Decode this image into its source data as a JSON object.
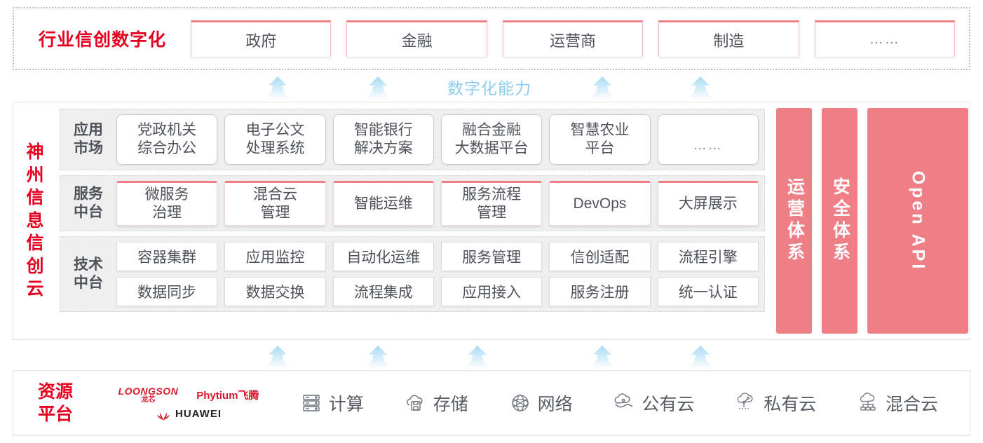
{
  "industry": {
    "title": "行业信创数字化",
    "cards": [
      {
        "label": "政府",
        "dots": false
      },
      {
        "label": "金融",
        "dots": false
      },
      {
        "label": "运营商",
        "dots": false
      },
      {
        "label": "制造",
        "dots": false
      },
      {
        "label": "……",
        "dots": true
      }
    ]
  },
  "capability": {
    "label": "数字化能力",
    "label_color": "#8ecdf0",
    "arrow_color": "#bfe3f7",
    "top_arrow_count": 4,
    "bottom_arrow_count": 5
  },
  "cloud": {
    "title": "神州信息信创云",
    "title_chars": [
      "神",
      "州",
      "信",
      "息",
      "信",
      "创",
      "云"
    ],
    "tiers": [
      {
        "label": "应用\n市场",
        "label_line1": "应用",
        "label_line2": "市场",
        "style": "app",
        "cells": [
          {
            "line1": "党政机关",
            "line2": "综合办公",
            "dots": false
          },
          {
            "line1": "电子公文",
            "line2": "处理系统",
            "dots": false
          },
          {
            "line1": "智能银行",
            "line2": "解决方案",
            "dots": false
          },
          {
            "line1": "融合金融",
            "line2": "大数据平台",
            "dots": false
          },
          {
            "line1": "智慧农业",
            "line2": "平台",
            "dots": false
          },
          {
            "line1": "……",
            "line2": "",
            "dots": true
          }
        ]
      },
      {
        "label_line1": "服务",
        "label_line2": "中台",
        "style": "svc",
        "cells": [
          {
            "line1": "微服务",
            "line2": "治理"
          },
          {
            "line1": "混合云",
            "line2": "管理"
          },
          {
            "line1": "智能运维",
            "line2": ""
          },
          {
            "line1": "服务流程",
            "line2": "管理"
          },
          {
            "line1": "DevOps",
            "line2": ""
          },
          {
            "line1": "大屏展示",
            "line2": ""
          }
        ]
      },
      {
        "label_line1": "技术",
        "label_line2": "中台",
        "style": "tech",
        "rows": [
          [
            "容器集群",
            "应用监控",
            "自动化运维",
            "服务管理",
            "信创适配",
            "流程引擎"
          ],
          [
            "数据同步",
            "数据交换",
            "流程集成",
            "应用接入",
            "服务注册",
            "统一认证"
          ]
        ]
      }
    ],
    "pillars": [
      {
        "label": "运营体系",
        "type": "cjk"
      },
      {
        "label": "安全体系",
        "type": "cjk"
      },
      {
        "label": "Open API",
        "type": "latin"
      }
    ],
    "pillar_color": "#ef7f87"
  },
  "resource": {
    "title_line1": "资源",
    "title_line2": "平台",
    "logos": {
      "loongson_en": "LOONGSON",
      "loongson_cn": "龙芯",
      "phytium": "Phytium飞腾",
      "huawei": "HUAWEI"
    },
    "items": [
      {
        "label": "计算",
        "icon": "server-rack-icon"
      },
      {
        "label": "存储",
        "icon": "cloud-storage-icon"
      },
      {
        "label": "网络",
        "icon": "network-mesh-icon"
      },
      {
        "label": "公有云",
        "icon": "public-cloud-icon"
      },
      {
        "label": "私有云",
        "icon": "private-cloud-icon"
      },
      {
        "label": "混合云",
        "icon": "hybrid-cloud-icon"
      }
    ]
  },
  "colors": {
    "brand_red": "#e60020",
    "pink": "#ef7f87",
    "arrow_blue": "#bfe3f7",
    "panel_gray": "#efefef"
  }
}
